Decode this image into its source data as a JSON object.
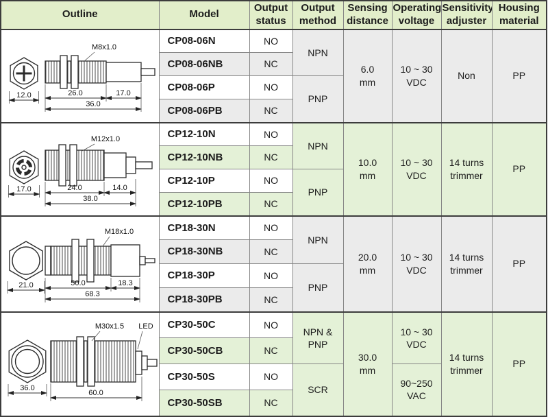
{
  "colors": {
    "header_bg": "#e2eeca",
    "green_bg": "#e4f1d7",
    "gray_bg": "#ebebeb",
    "border_dark": "#3c3c3c",
    "border_light": "#858585"
  },
  "header": {
    "columns": [
      "Outline",
      "Model",
      "Output status",
      "Output method",
      "Sensing distance",
      "Operating voltage",
      "Sensitivity adjuster",
      "Housing material"
    ]
  },
  "groups": [
    {
      "outline": {
        "front_dim": "12.0",
        "thread_label": "M8x1.0",
        "dim_a": "26.0",
        "dim_b": "17.0",
        "dim_total": "36.0"
      },
      "rows": [
        {
          "model": "CP08-06N",
          "status": "NO"
        },
        {
          "model": "CP08-06NB",
          "status": "NC"
        },
        {
          "model": "CP08-06P",
          "status": "NO"
        },
        {
          "model": "CP08-06PB",
          "status": "NC"
        }
      ],
      "method_top": "NPN",
      "method_bottom": "PNP",
      "sensing": {
        "value": "6.0",
        "unit": "mm"
      },
      "voltage": {
        "line1": "10 ~ 30",
        "line2": "VDC"
      },
      "sensitivity": "Non",
      "housing": "PP"
    },
    {
      "outline": {
        "front_dim": "17.0",
        "thread_label": "M12x1.0",
        "dim_a": "24.0",
        "dim_b": "14.0",
        "dim_total": "38.0"
      },
      "rows": [
        {
          "model": "CP12-10N",
          "status": "NO"
        },
        {
          "model": "CP12-10NB",
          "status": "NC"
        },
        {
          "model": "CP12-10P",
          "status": "NO"
        },
        {
          "model": "CP12-10PB",
          "status": "NC"
        }
      ],
      "method_top": "NPN",
      "method_bottom": "PNP",
      "sensing": {
        "value": "10.0",
        "unit": "mm"
      },
      "voltage": {
        "line1": "10 ~ 30",
        "line2": "VDC"
      },
      "sensitivity": "14 turns trimmer",
      "housing": "PP"
    },
    {
      "outline": {
        "front_dim": "21.0",
        "thread_label": "M18x1.0",
        "dim_a": "50.0",
        "dim_b": "18.3",
        "dim_total": "68.3"
      },
      "rows": [
        {
          "model": "CP18-30N",
          "status": "NO"
        },
        {
          "model": "CP18-30NB",
          "status": "NC"
        },
        {
          "model": "CP18-30P",
          "status": "NO"
        },
        {
          "model": "CP18-30PB",
          "status": "NC"
        }
      ],
      "method_top": "NPN",
      "method_bottom": "PNP",
      "sensing": {
        "value": "20.0",
        "unit": "mm"
      },
      "voltage": {
        "line1": "10 ~ 30",
        "line2": "VDC"
      },
      "sensitivity": "14 turns trimmer",
      "housing": "PP"
    },
    {
      "outline": {
        "front_dim": "36.0",
        "thread_label": "M30x1.5",
        "led_label": "LED",
        "dim_total": "60.0"
      },
      "rows": [
        {
          "model": "CP30-50C",
          "status": "NO"
        },
        {
          "model": "CP30-50CB",
          "status": "NC"
        },
        {
          "model": "CP30-50S",
          "status": "NO"
        },
        {
          "model": "CP30-50SB",
          "status": "NC"
        }
      ],
      "method_top": "NPN & PNP",
      "method_bottom": "SCR",
      "sensing": {
        "value": "30.0",
        "unit": "mm"
      },
      "voltage_top": {
        "line1": "10 ~ 30",
        "line2": "VDC"
      },
      "voltage_bottom": {
        "line1": "90~250",
        "line2": "VAC"
      },
      "sensitivity": "14 turns trimmer",
      "housing": "PP"
    }
  ]
}
